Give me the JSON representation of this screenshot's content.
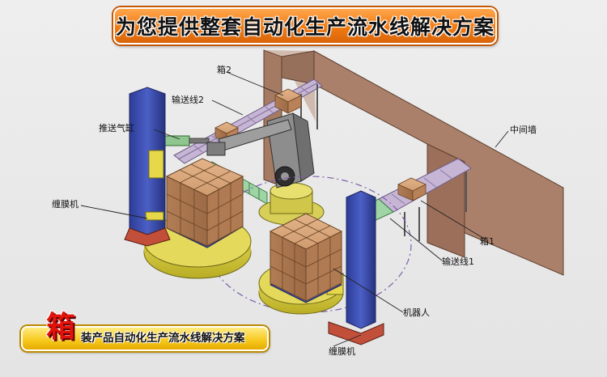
{
  "header": {
    "title": "为您提供整套自动化生产流水线解决方案"
  },
  "footer": {
    "emphasis_char": "箱",
    "text": "装产品自动化生产流水线解决方案"
  },
  "labels": {
    "box2": "箱2",
    "conveyor2": "输送线2",
    "push_cylinder": "推送气缸",
    "wrapper_left": "缠膜机",
    "middle_wall": "中间墙",
    "box1": "箱1",
    "conveyor1": "输送线1",
    "robot": "机器人",
    "wrapper_bottom": "缠膜机"
  },
  "colors": {
    "banner": "#f07a10",
    "sub_banner": "#f7c81c",
    "column": "#3d4fb0",
    "turntable": "#d8cc3e",
    "box": "#c8946a",
    "wall": "#a77a62"
  }
}
